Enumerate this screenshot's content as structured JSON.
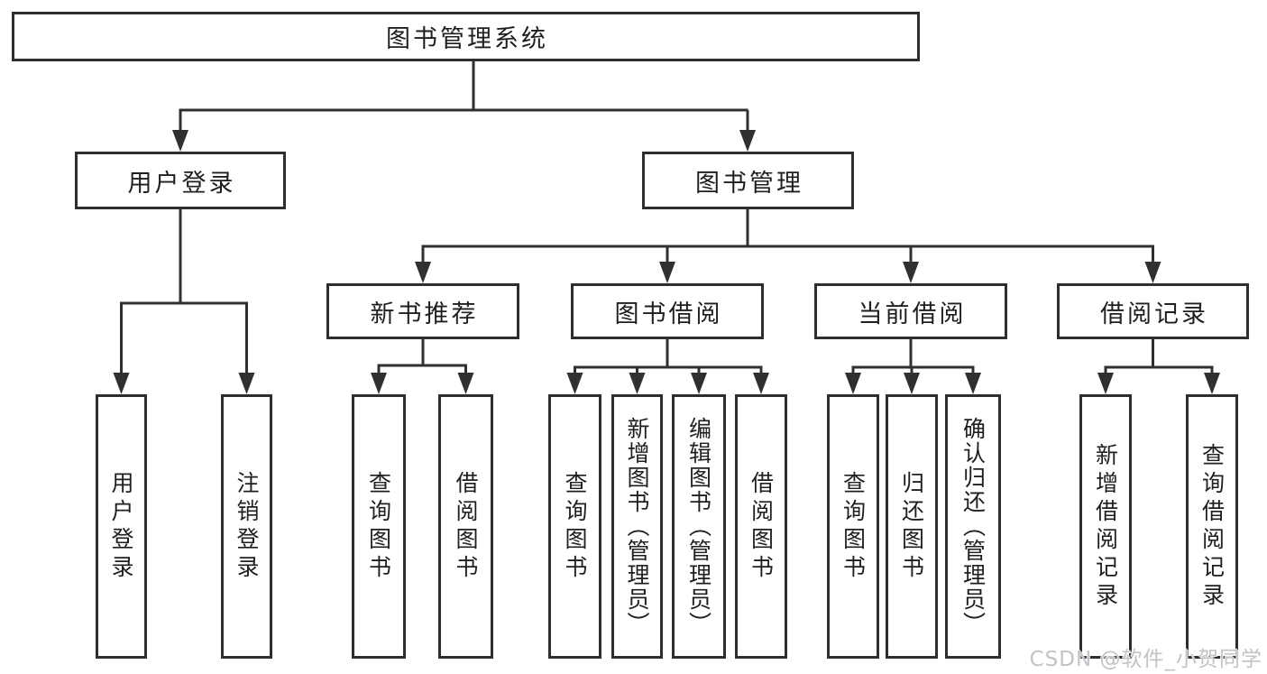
{
  "tree": {
    "root": "图书管理系统",
    "children": [
      {
        "label": "用户登录",
        "children": [
          "用户登录",
          "注销登录"
        ]
      },
      {
        "label": "图书管理",
        "children": [
          {
            "label": "新书推荐",
            "children": [
              "查询图书",
              "借阅图书"
            ]
          },
          {
            "label": "图书借阅",
            "children": [
              "查询图书",
              "新增图书（管理员）",
              "编辑图书（管理员）",
              "借阅图书"
            ]
          },
          {
            "label": "当前借阅",
            "children": [
              "查询图书",
              "归还图书",
              "确认归还（管理员）"
            ]
          },
          {
            "label": "借阅记录",
            "children": [
              "新增借阅记录",
              "查询借阅记录"
            ]
          }
        ]
      }
    ]
  },
  "watermark": "CSDN @软件_小贺同学",
  "colors": {
    "line": "#303030",
    "node_border": "#2e2e2e",
    "text": "#1f1f1f",
    "watermark": "#c3c3c7",
    "background": "#ffffff"
  }
}
